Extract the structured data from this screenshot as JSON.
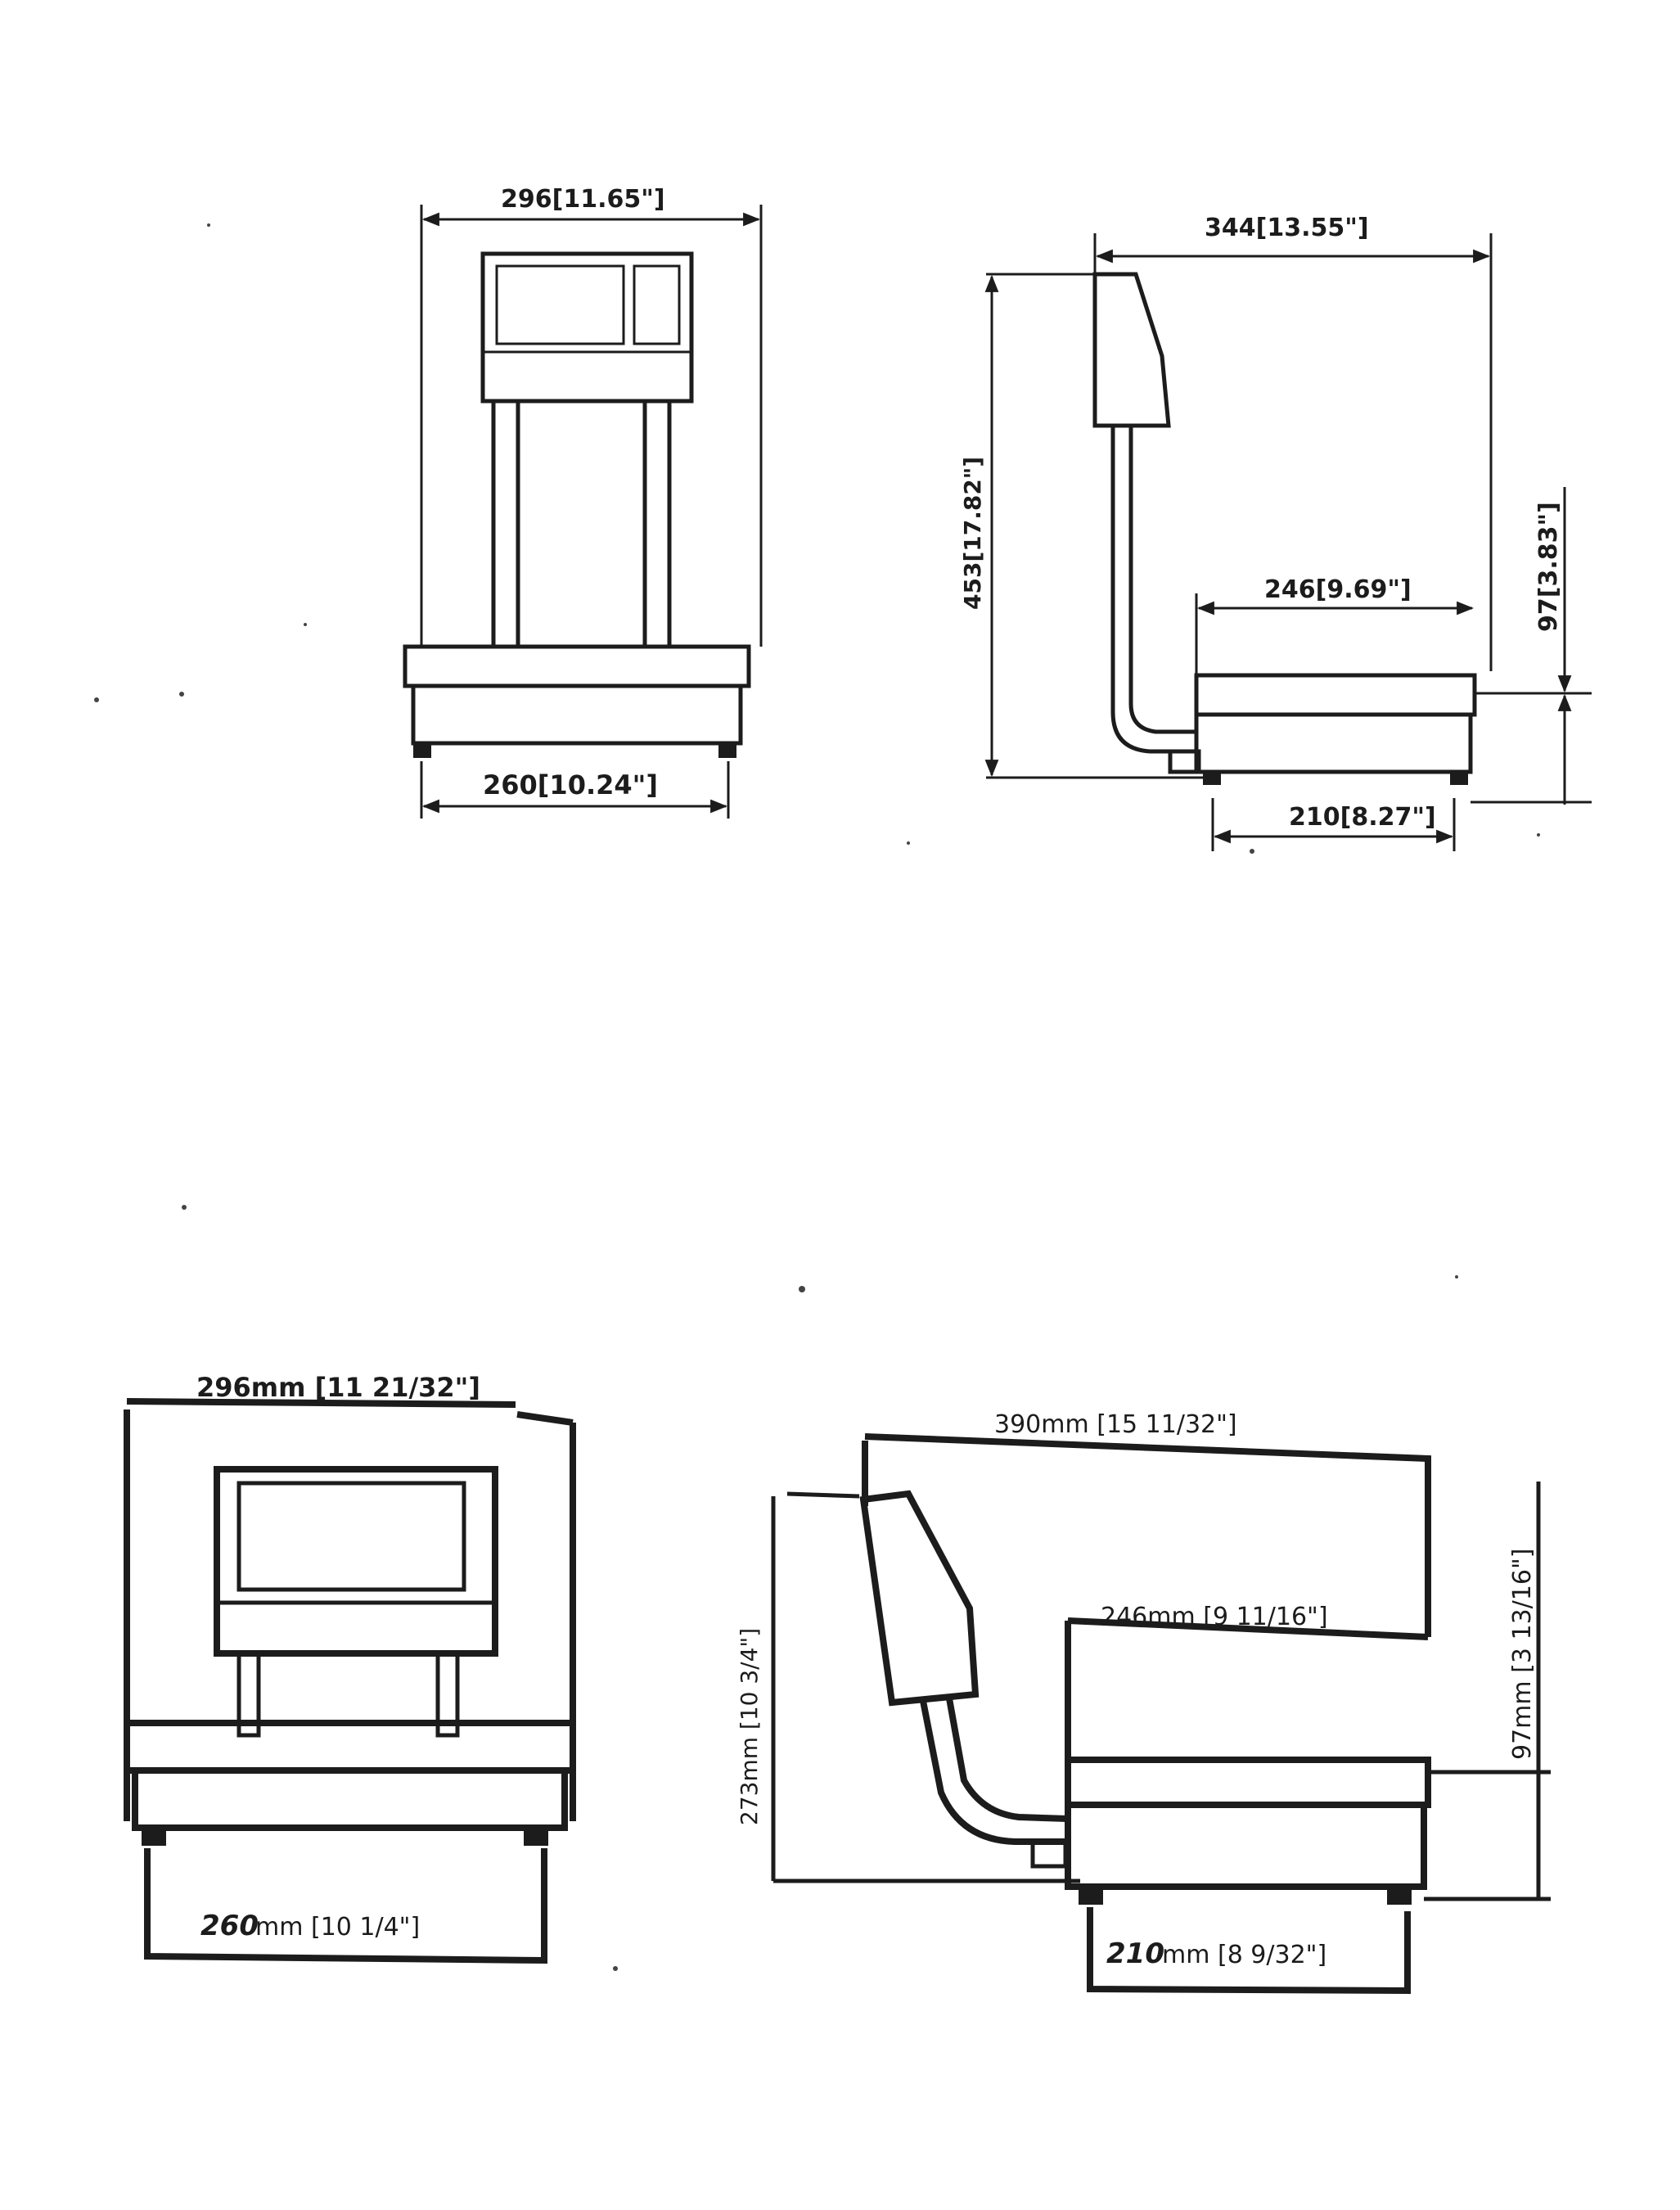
{
  "top_front": {
    "width_label": "296[11.65\"]",
    "base_width_label": "260[10.24\"]"
  },
  "top_side": {
    "overall_width_label": "344[13.55\"]",
    "height_label": "453[17.82\"]",
    "platform_width_label": "246[9.69\"]",
    "platform_height_label": "97[3.83\"]",
    "base_width_label": "210[8.27\"]"
  },
  "bottom_front": {
    "width_label": "296mm [11 21/32\"]",
    "base_width_num": "260",
    "base_width_unit": "mm [10 1/4\"]"
  },
  "bottom_side": {
    "overall_width_label": "390mm [15 11/32\"]",
    "height_label": "273mm [10 3/4\"]",
    "platform_width_label": "246mm [9 11/16\"]",
    "platform_height_label": "97mm [3 13/16\"]",
    "base_width_num": "210",
    "base_width_unit": "mm [8 9/32\"]"
  }
}
